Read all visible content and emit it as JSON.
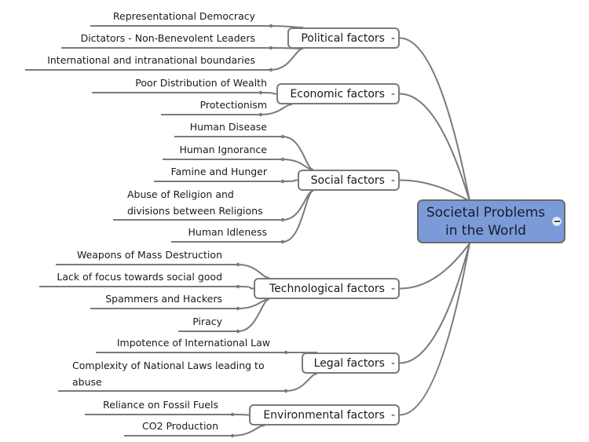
{
  "root": {
    "title_line1": "Societal Problems",
    "title_line2": "in the World",
    "collapse_icon": "minus-circle-icon",
    "fill_color": "#7b9bd8"
  },
  "branches": [
    {
      "label": "Political factors",
      "collapse_symbol": "-",
      "children": [
        "Representational Democracy",
        "Dictators - Non-Benevolent Leaders",
        "International and intranational boundaries"
      ]
    },
    {
      "label": "Economic factors",
      "collapse_symbol": "-",
      "children": [
        "Poor Distribution of Wealth",
        "Protectionism"
      ]
    },
    {
      "label": "Social factors",
      "collapse_symbol": "-",
      "children": [
        "Human Disease",
        "Human Ignorance",
        "Famine and Hunger",
        "Abuse of Religion and divisions between Religions",
        "Human Idleness"
      ]
    },
    {
      "label": "Technological factors",
      "collapse_symbol": "-",
      "children": [
        "Weapons of Mass Destruction",
        "Lack of focus towards social good",
        "Spammers and Hackers",
        "Piracy"
      ]
    },
    {
      "label": "Legal factors",
      "collapse_symbol": "-",
      "children": [
        "Impotence of International Law",
        "Complexity of National Laws leading to abuse"
      ]
    },
    {
      "label": "Environmental factors",
      "collapse_symbol": "-",
      "children": [
        "Reliance on Fossil Fuels",
        "CO2 Production"
      ]
    }
  ],
  "colors": {
    "line": "#7a7a7a",
    "branch_border": "#7a7a7a",
    "root_border": "#6b6b6b"
  }
}
